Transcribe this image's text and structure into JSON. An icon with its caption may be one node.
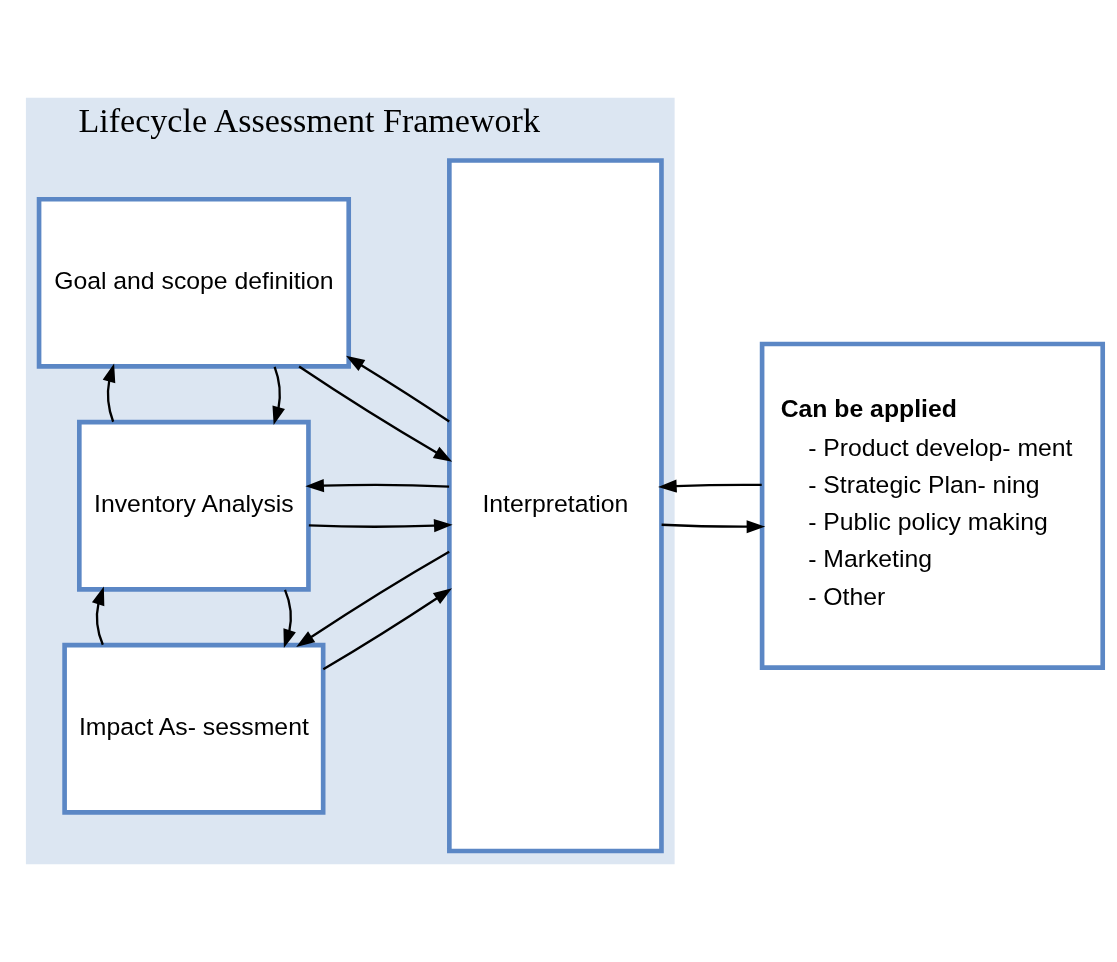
{
  "diagram": {
    "nodes": [
      {
        "text": [
          "Lifecycle Assessment Framework"
        ]
      },
      {
        "text": [
          "Goal and scope definition"
        ],
        "in": 0
      },
      {
        "text": [
          "Inventory Analysis"
        ],
        "in": 0
      },
      {
        "text": [
          "Impact As- sessment"
        ],
        "in": 0
      },
      {
        "text": [
          "Interpretation"
        ],
        "in": 0
      },
      {
        "text": [
          "Can be applied",
          "- Product develop- ment",
          "- Strategic Plan- ning",
          "- Public policy making",
          "- Marketing",
          "- Other"
        ]
      }
    ],
    "edges": [
      {
        "from": 4,
        "to": 1,
        "arrow": "to"
      },
      {
        "from": 1,
        "to": 4,
        "arrow": "to"
      },
      {
        "from": 1,
        "to": 2,
        "arrow": "to"
      },
      {
        "from": 2,
        "to": 1,
        "arrow": "to"
      },
      {
        "from": 4,
        "to": 2,
        "arrow": "to"
      },
      {
        "from": 2,
        "to": 4,
        "arrow": "to"
      },
      {
        "from": 2,
        "to": 3,
        "arrow": "to"
      },
      {
        "from": 3,
        "to": 2,
        "arrow": "to"
      },
      {
        "from": 4,
        "to": 3,
        "arrow": "to"
      },
      {
        "from": 3,
        "to": 4,
        "arrow": "to"
      },
      {
        "from": 5,
        "to": 4,
        "arrow": "to"
      },
      {
        "from": 4,
        "to": 5,
        "arrow": "to"
      }
    ]
  }
}
